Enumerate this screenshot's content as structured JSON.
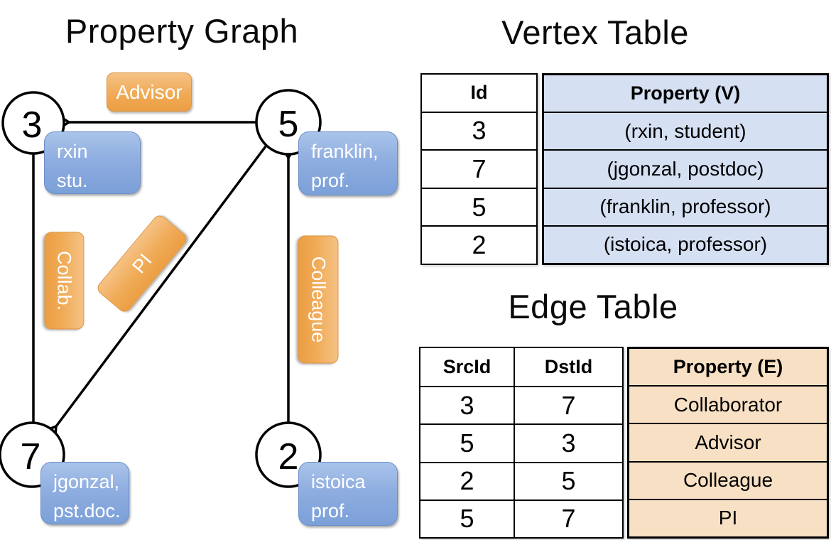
{
  "graph": {
    "title": "Property Graph",
    "nodes": {
      "n3": {
        "id": "3",
        "property_lines": [
          "rxin",
          "stu."
        ]
      },
      "n5": {
        "id": "5",
        "property_lines": [
          "franklin,",
          "prof."
        ]
      },
      "n7": {
        "id": "7",
        "property_lines": [
          "jgonzal,",
          "pst.doc."
        ]
      },
      "n2": {
        "id": "2",
        "property_lines": [
          "istoica",
          "prof."
        ]
      }
    },
    "edges": {
      "advisor": {
        "label": "Advisor",
        "src": "5",
        "dst": "3"
      },
      "collab": {
        "label": "Collab.",
        "src": "3",
        "dst": "7"
      },
      "pi": {
        "label": "PI",
        "src": "5",
        "dst": "7"
      },
      "colleague": {
        "label": "Colleague",
        "src": "2",
        "dst": "5"
      }
    }
  },
  "vertex_table": {
    "title": "Vertex Table",
    "headers": {
      "id": "Id",
      "property": "Property (V)"
    },
    "rows": [
      {
        "id": "3",
        "property": "(rxin, student)"
      },
      {
        "id": "7",
        "property": "(jgonzal, postdoc)"
      },
      {
        "id": "5",
        "property": "(franklin, professor)"
      },
      {
        "id": "2",
        "property": "(istoica, professor)"
      }
    ]
  },
  "edge_table": {
    "title": "Edge Table",
    "headers": {
      "src": "SrcId",
      "dst": "DstId",
      "property": "Property (E)"
    },
    "rows": [
      {
        "src": "3",
        "dst": "7",
        "property": "Collaborator"
      },
      {
        "src": "5",
        "dst": "3",
        "property": "Advisor"
      },
      {
        "src": "2",
        "dst": "5",
        "property": "Colleague"
      },
      {
        "src": "5",
        "dst": "7",
        "property": "PI"
      }
    ]
  },
  "colors": {
    "edge_label_orange": "#f0ab57",
    "vertex_property_blue": "#8fade0",
    "vertex_table_fill": "#d6e0f3",
    "edge_table_fill": "#f8e0c4",
    "line_black": "#000000"
  }
}
